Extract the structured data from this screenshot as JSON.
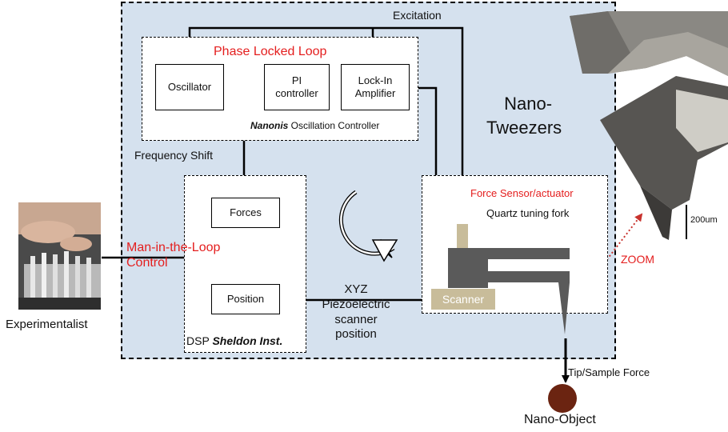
{
  "colors": {
    "panel": "#d5e1ee",
    "red": "#e41e1e",
    "scanner": "#c8bc9a",
    "fork": "#5a5a5a",
    "nano_object": "#6b2411"
  },
  "labels": {
    "excitation": "Excitation",
    "pll": "Phase Locked Loop",
    "oscillator": "Oscillator",
    "pi_line1": "PI",
    "pi_line2": "controller",
    "lockin_line1": "Lock-In",
    "lockin_line2": "Amplifier",
    "nanonis_italic": "Nanonis",
    "nanonis_rest": " Oscillation Controller",
    "nano_tweezers_line1": "Nano-",
    "nano_tweezers_line2": "Tweezers",
    "frequency_shift": "Frequency Shift",
    "forces": "Forces",
    "position": "Position",
    "dsp_prefix": "DSP ",
    "dsp_bold": "Sheldon Inst.",
    "man_in_loop_line1": "Man-in-the-Loop",
    "man_in_loop_line2": "Control",
    "experimentalist": "Experimentalist",
    "xyz_line1": "XYZ",
    "xyz_line2": "Piezoelectric",
    "xyz_line3": "scanner",
    "xyz_line4": "position",
    "force_sensor": "Force Sensor/actuator",
    "quartz": "Quartz tuning fork",
    "scanner": "Scanner",
    "zoom": "ZOOM",
    "scale": "200um",
    "tip_force": "Tip/Sample Force",
    "nano_object": "Nano-Object"
  }
}
